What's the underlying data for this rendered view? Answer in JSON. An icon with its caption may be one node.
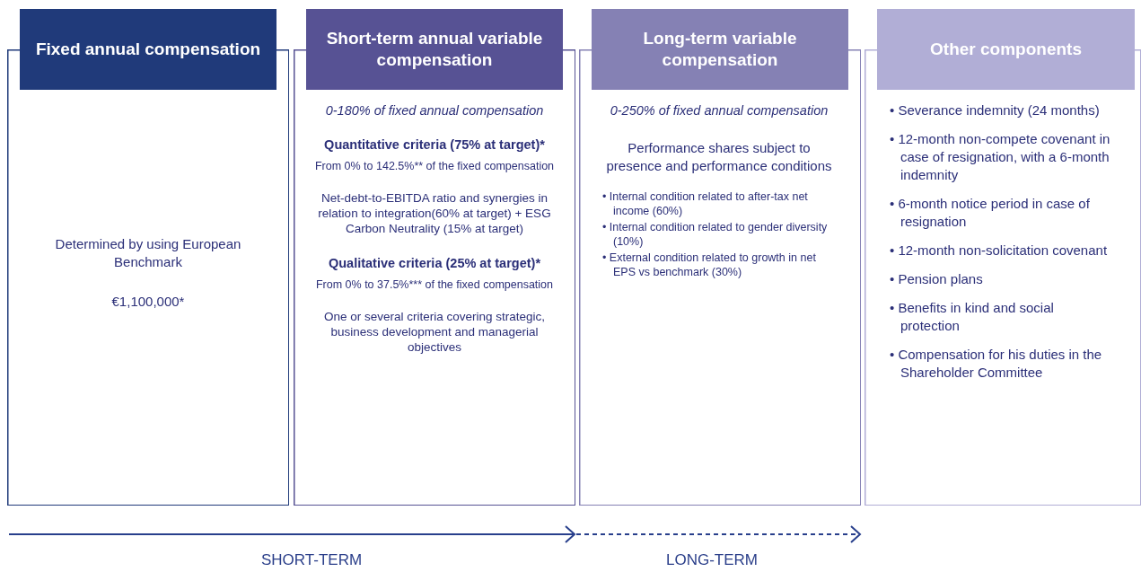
{
  "diagram": {
    "nodes": [
      {
        "text": [
          "Fixed annual compensation",
          "Determined by using European Benchmark",
          "€1,100,000*"
        ]
      },
      {
        "text": [
          "Short-term annual variable compensation",
          "0-180% of fixed annual compensation",
          "Quantitative criteria (75% at target)*",
          "From 0% to 142.5%** of the fixed compensation",
          "Net-debt-to-EBITDA ratio and synergies in relation to integration(60% at target) + ESG Carbon Neutrality (15% at target)",
          "Qualitative criteria (25% at target)*",
          "From 0% to 37.5%*** of the fixed compensation",
          "One or several criteria covering strategic, business development and managerial objectives"
        ]
      },
      {
        "text": [
          "Long-term variable compensation",
          "0-250% of fixed annual compensation",
          "Performance shares subject to presence and performance conditions",
          "• Internal condition related to after-tax net income (60%)",
          "• Internal condition related to gender diversity (10%)",
          "• External condition related to growth in net EPS vs benchmark (30%)"
        ]
      },
      {
        "text": [
          "Other components",
          "• Severance indemnity (24 months)",
          "• 12-month non-compete covenant in case of resignation, with a 6-month indemnity",
          "• 6-month notice period in case of resignation",
          "• 12-month non-solicitation covenant",
          "• Pension plans",
          "• Benefits in kind and social protection",
          "• Compensation for his duties in the Shareholder Committee"
        ]
      }
    ],
    "edges": [],
    "labels": [
      "SHORT-TERM",
      "LONG-TERM"
    ]
  }
}
